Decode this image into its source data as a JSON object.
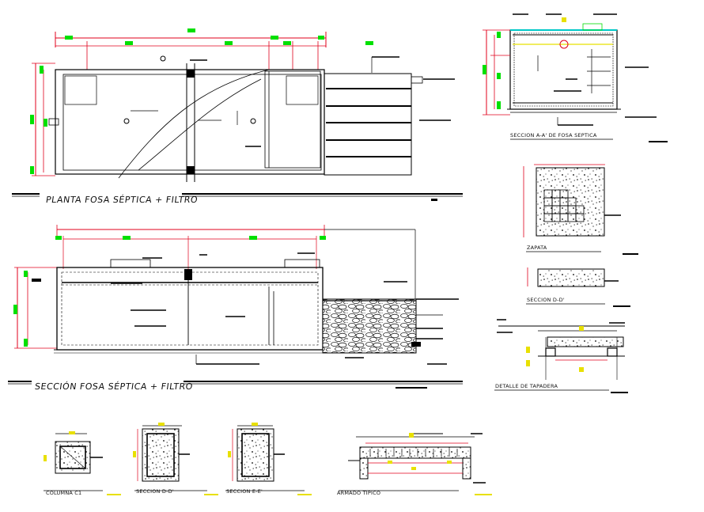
{
  "colors": {
    "background": "#ffffff",
    "line": "#000000",
    "dimension": "#e0001b",
    "marker": "#00e000",
    "highlight": "#e8e000",
    "cyan": "#00c8c8",
    "gravel": "#3a3a3a"
  },
  "titles": {
    "planta": "PLANTA FOSA SÉPTICA  +  FILTRO",
    "seccion_fosa": "SECCIÓN FOSA SÉPTICA  +  FILTRO",
    "seccion_aa": "SECCION A-A' DE FOSA SEPTICA",
    "zapata": "ZAPATA",
    "seccion_dd_right": "SECCION D-D'",
    "tapadera": "DETALLE DE TAPADERA",
    "columna": "COLUMNA C1",
    "seccion_dd_bottom": "SECCION D-D'",
    "seccion_ee": "SECCION E-E'",
    "armado": "ARMADO TIPICO"
  }
}
